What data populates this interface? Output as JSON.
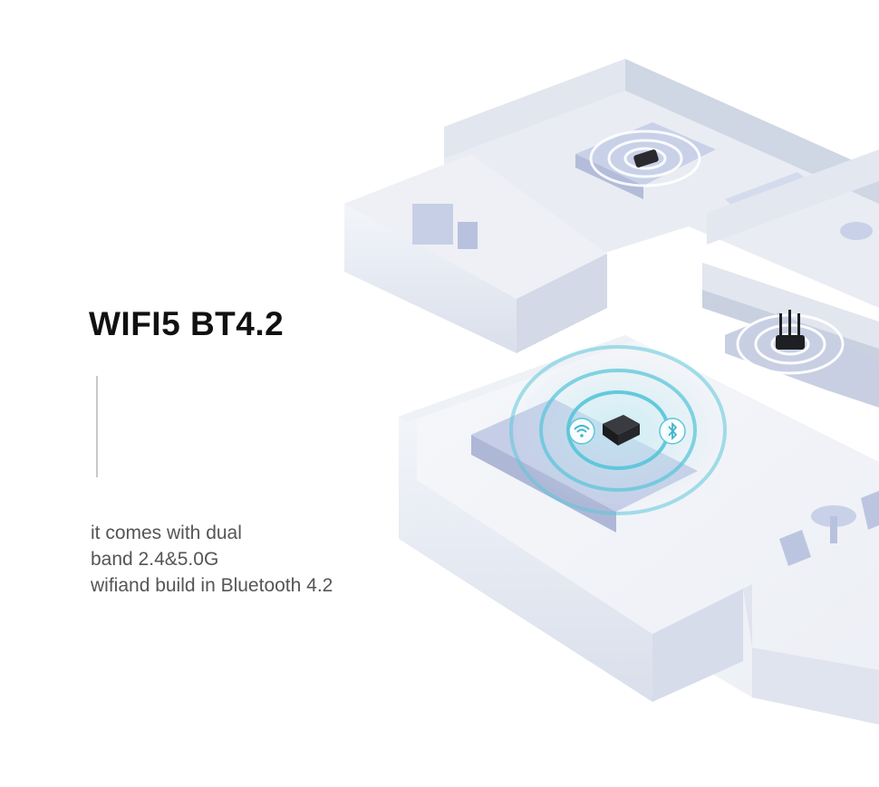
{
  "headline": "WIFI5 BT4.2",
  "description": {
    "lines": [
      "it comes with dual",
      "band 2.4&5.0G",
      "wifiand build in Bluetooth 4.2"
    ]
  },
  "illustration": {
    "icons": [
      "wifi-icon",
      "bluetooth-icon",
      "tv-box",
      "router",
      "smartphone"
    ],
    "colors": {
      "wall": "#eef1f7",
      "wall_shade": "#d7dde9",
      "floor": "#f4f5f8",
      "furniture": "#c7cfe6",
      "signal_ring": "#5cc6da",
      "device": "#1e1f22"
    }
  }
}
